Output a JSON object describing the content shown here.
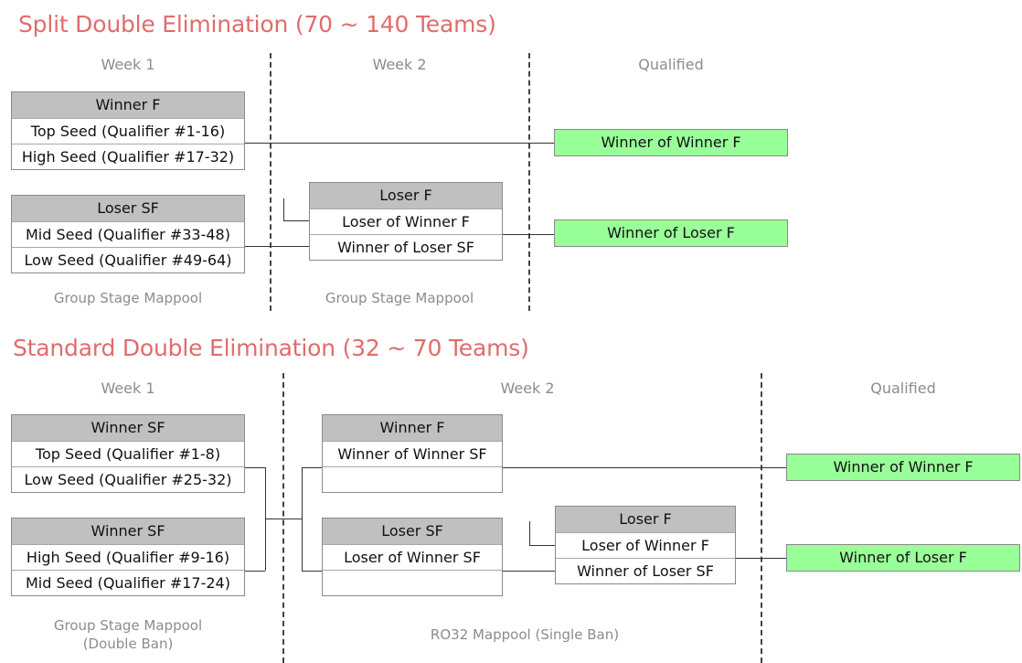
{
  "top": {
    "title": "Split Double Elimination (70 ~ 140 Teams)",
    "headers": {
      "week1": "Week 1",
      "week2": "Week 2",
      "qualified": "Qualified"
    },
    "boxes": {
      "winner_f": {
        "title": "Winner F",
        "rows": [
          "Top Seed (Qualifier #1-16)",
          "High Seed (Qualifier #17-32)"
        ]
      },
      "loser_sf": {
        "title": "Loser SF",
        "rows": [
          "Mid Seed (Qualifier #33-48)",
          "Low Seed (Qualifier #49-64)"
        ]
      },
      "loser_f": {
        "title": "Loser F",
        "rows": [
          "Loser of Winner F",
          "Winner of Loser SF"
        ]
      }
    },
    "qualified": [
      "Winner of Winner F",
      "Winner of Loser F"
    ],
    "footers": {
      "week1": "Group Stage Mappool",
      "week2": "Group Stage Mappool"
    }
  },
  "bottom": {
    "title": "Standard Double Elimination (32 ~ 70 Teams)",
    "headers": {
      "week1": "Week 1",
      "week2": "Week 2",
      "qualified": "Qualified"
    },
    "boxes": {
      "winner_sf_1": {
        "title": "Winner SF",
        "rows": [
          "Top Seed (Qualifier #1-8)",
          "Low Seed (Qualifier #25-32)"
        ]
      },
      "winner_sf_2": {
        "title": "Winner SF",
        "rows": [
          "High Seed (Qualifier #9-16)",
          "Mid Seed (Qualifier #17-24)"
        ]
      },
      "winner_f": {
        "title": "Winner F",
        "rows": [
          "Winner of Winner SF",
          ""
        ]
      },
      "loser_sf": {
        "title": "Loser SF",
        "rows": [
          "Loser of Winner SF",
          ""
        ]
      },
      "loser_f": {
        "title": "Loser F",
        "rows": [
          "Loser of Winner F",
          "Winner of Loser SF"
        ]
      }
    },
    "qualified": [
      "Winner of Winner F",
      "Winner of Loser F"
    ],
    "footers": {
      "week1_line1": "Group Stage Mappool",
      "week1_line2": "(Double Ban)",
      "week2": "RO32 Mappool (Single Ban)"
    }
  }
}
